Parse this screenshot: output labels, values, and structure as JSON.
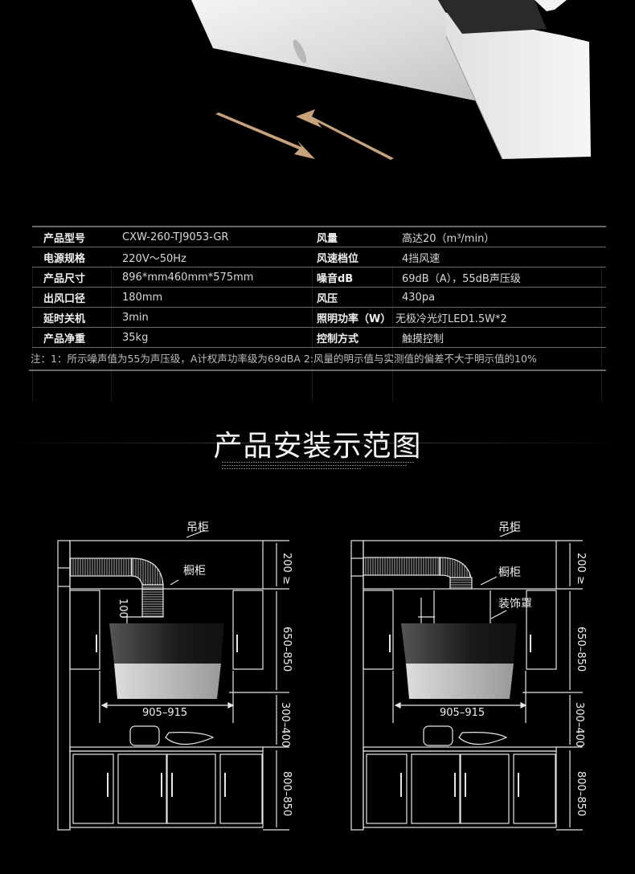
{
  "hero": {
    "image": "range-hood-stainless-side-view",
    "arrows_color": "#c8a27a",
    "arrows": "airflow-arrows-icon"
  },
  "spec_table": {
    "rows": [
      {
        "label1": "产品型号",
        "value1": "CXW-260-TJ9053-GR",
        "label2": "风量",
        "value2": "高达20（m³/min）"
      },
      {
        "label1": "电源规格",
        "value1": "220V～50Hz",
        "label2": "风速档位",
        "value2": "4挡风速"
      },
      {
        "label1": "产品尺寸",
        "value1": "896*mm460mm*575mm",
        "label2": "噪音dB",
        "value2": "69dB（A），55dB声压级"
      },
      {
        "label1": "出风口径",
        "value1": "180mm",
        "label2": "风压",
        "value2": "430pa"
      },
      {
        "label1": "延时关机",
        "value1": "3min",
        "label2": "照明功率（W）",
        "value2": "无极冷光灯LED1.5W*2"
      },
      {
        "label1": "产品净重",
        "value1": "35kg",
        "label2": "控制方式",
        "value2": "触摸控制"
      }
    ],
    "note": "注：1：所示噪声值为55为声压级，A计权声功率级为69dBA   2:风量的明示值与实测值的偏差不大于明示值的10%"
  },
  "section": {
    "title": "产品安装示范图"
  },
  "diagrams": [
    {
      "labels": {
        "hanging_cabinet": "吊柜",
        "cabinet": "橱柜"
      },
      "dims": {
        "top": "200 ≥",
        "upper": "650–850",
        "gap": "300–400",
        "base": "800–850",
        "width": "905–915",
        "duct": "100"
      }
    },
    {
      "labels": {
        "hanging_cabinet": "吊柜",
        "cabinet": "橱柜",
        "cover": "装饰罩"
      },
      "dims": {
        "top": "200 ≥",
        "upper": "650–850",
        "gap": "300–400",
        "base": "800–850",
        "width": "905–915"
      }
    }
  ]
}
